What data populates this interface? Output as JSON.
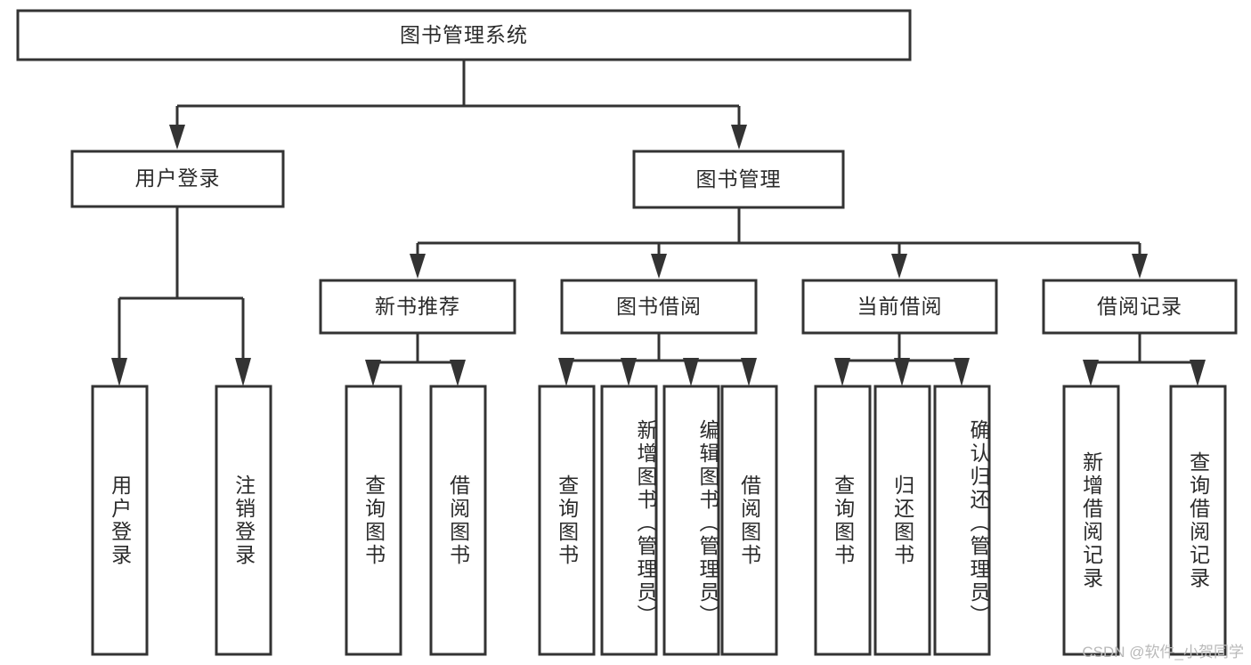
{
  "diagram": {
    "type": "tree-hierarchy-diagram",
    "title": "图书管理系统",
    "watermark": "CSDN @软件_小贺同学",
    "colors": {
      "stroke": "#333333",
      "fill": "#ffffff",
      "text": "#2b2b2b",
      "watermark": "#b9b9b9",
      "background": "#ffffff"
    },
    "levels": {
      "level1": [
        {
          "id": "root",
          "label": "图书管理系统"
        }
      ],
      "level2": [
        {
          "id": "user-login",
          "label": "用户登录",
          "parent": "root"
        },
        {
          "id": "book-manage",
          "label": "图书管理",
          "parent": "root"
        }
      ],
      "level3": [
        {
          "id": "new-book-recommend",
          "label": "新书推荐",
          "parent": "book-manage"
        },
        {
          "id": "book-borrow",
          "label": "图书借阅",
          "parent": "book-manage"
        },
        {
          "id": "current-borrow",
          "label": "当前借阅",
          "parent": "book-manage"
        },
        {
          "id": "borrow-record",
          "label": "借阅记录",
          "parent": "book-manage"
        }
      ],
      "leaves": [
        {
          "id": "leaf-user-login",
          "label": "用户登录",
          "parent": "user-login"
        },
        {
          "id": "leaf-logout",
          "label": "注销登录",
          "parent": "user-login"
        },
        {
          "id": "leaf-query-book-1",
          "label": "查询图书",
          "parent": "new-book-recommend"
        },
        {
          "id": "leaf-borrow-book-1",
          "label": "借阅图书",
          "parent": "new-book-recommend"
        },
        {
          "id": "leaf-query-book-2",
          "label": "查询图书",
          "parent": "book-borrow"
        },
        {
          "id": "leaf-add-book",
          "label": "新增图书（管理员）",
          "parent": "book-borrow"
        },
        {
          "id": "leaf-edit-book",
          "label": "编辑图书（管理员）",
          "parent": "book-borrow"
        },
        {
          "id": "leaf-borrow-book-2",
          "label": "借阅图书",
          "parent": "book-borrow"
        },
        {
          "id": "leaf-query-book-3",
          "label": "查询图书",
          "parent": "current-borrow"
        },
        {
          "id": "leaf-return-book",
          "label": "归还图书",
          "parent": "current-borrow"
        },
        {
          "id": "leaf-confirm-return",
          "label": "确认归还（管理员）",
          "parent": "current-borrow"
        },
        {
          "id": "leaf-add-record",
          "label": "新增借阅记录",
          "parent": "borrow-record"
        },
        {
          "id": "leaf-query-record",
          "label": "查询借阅记录",
          "parent": "borrow-record"
        }
      ]
    }
  }
}
